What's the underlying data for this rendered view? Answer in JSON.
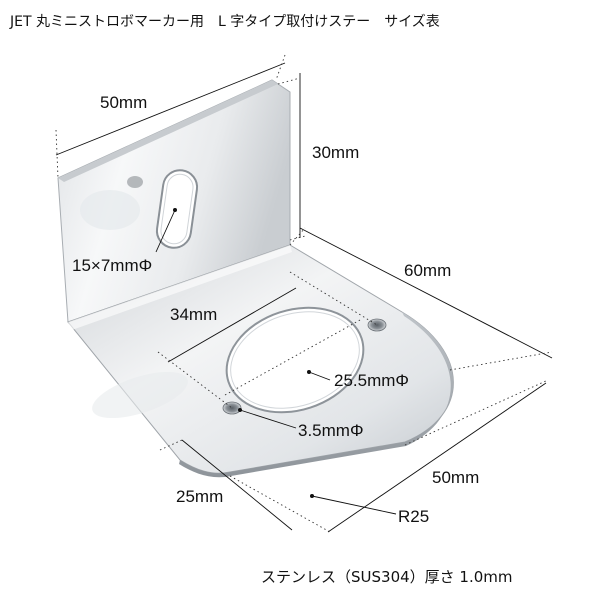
{
  "title": "JET 丸ミニストロボマーカー用　L 字タイプ取付けステー　サイズ表",
  "dimensions": {
    "top_width": "50mm",
    "vertical_height": "30mm",
    "slot": "15×7mmΦ",
    "base_length": "60mm",
    "hole_offset": "34mm",
    "center_hole": "25.5mmΦ",
    "small_hole": "3.5mmΦ",
    "base_width": "50mm",
    "edge_offset": "25mm",
    "radius": "R25"
  },
  "material": "ステンレス（SUS304）厚さ 1.0mm",
  "colors": {
    "metal_light": "#f4f5f6",
    "metal_mid": "#d9dcdf",
    "metal_dark": "#9aa0a6",
    "ink": "#111111"
  }
}
